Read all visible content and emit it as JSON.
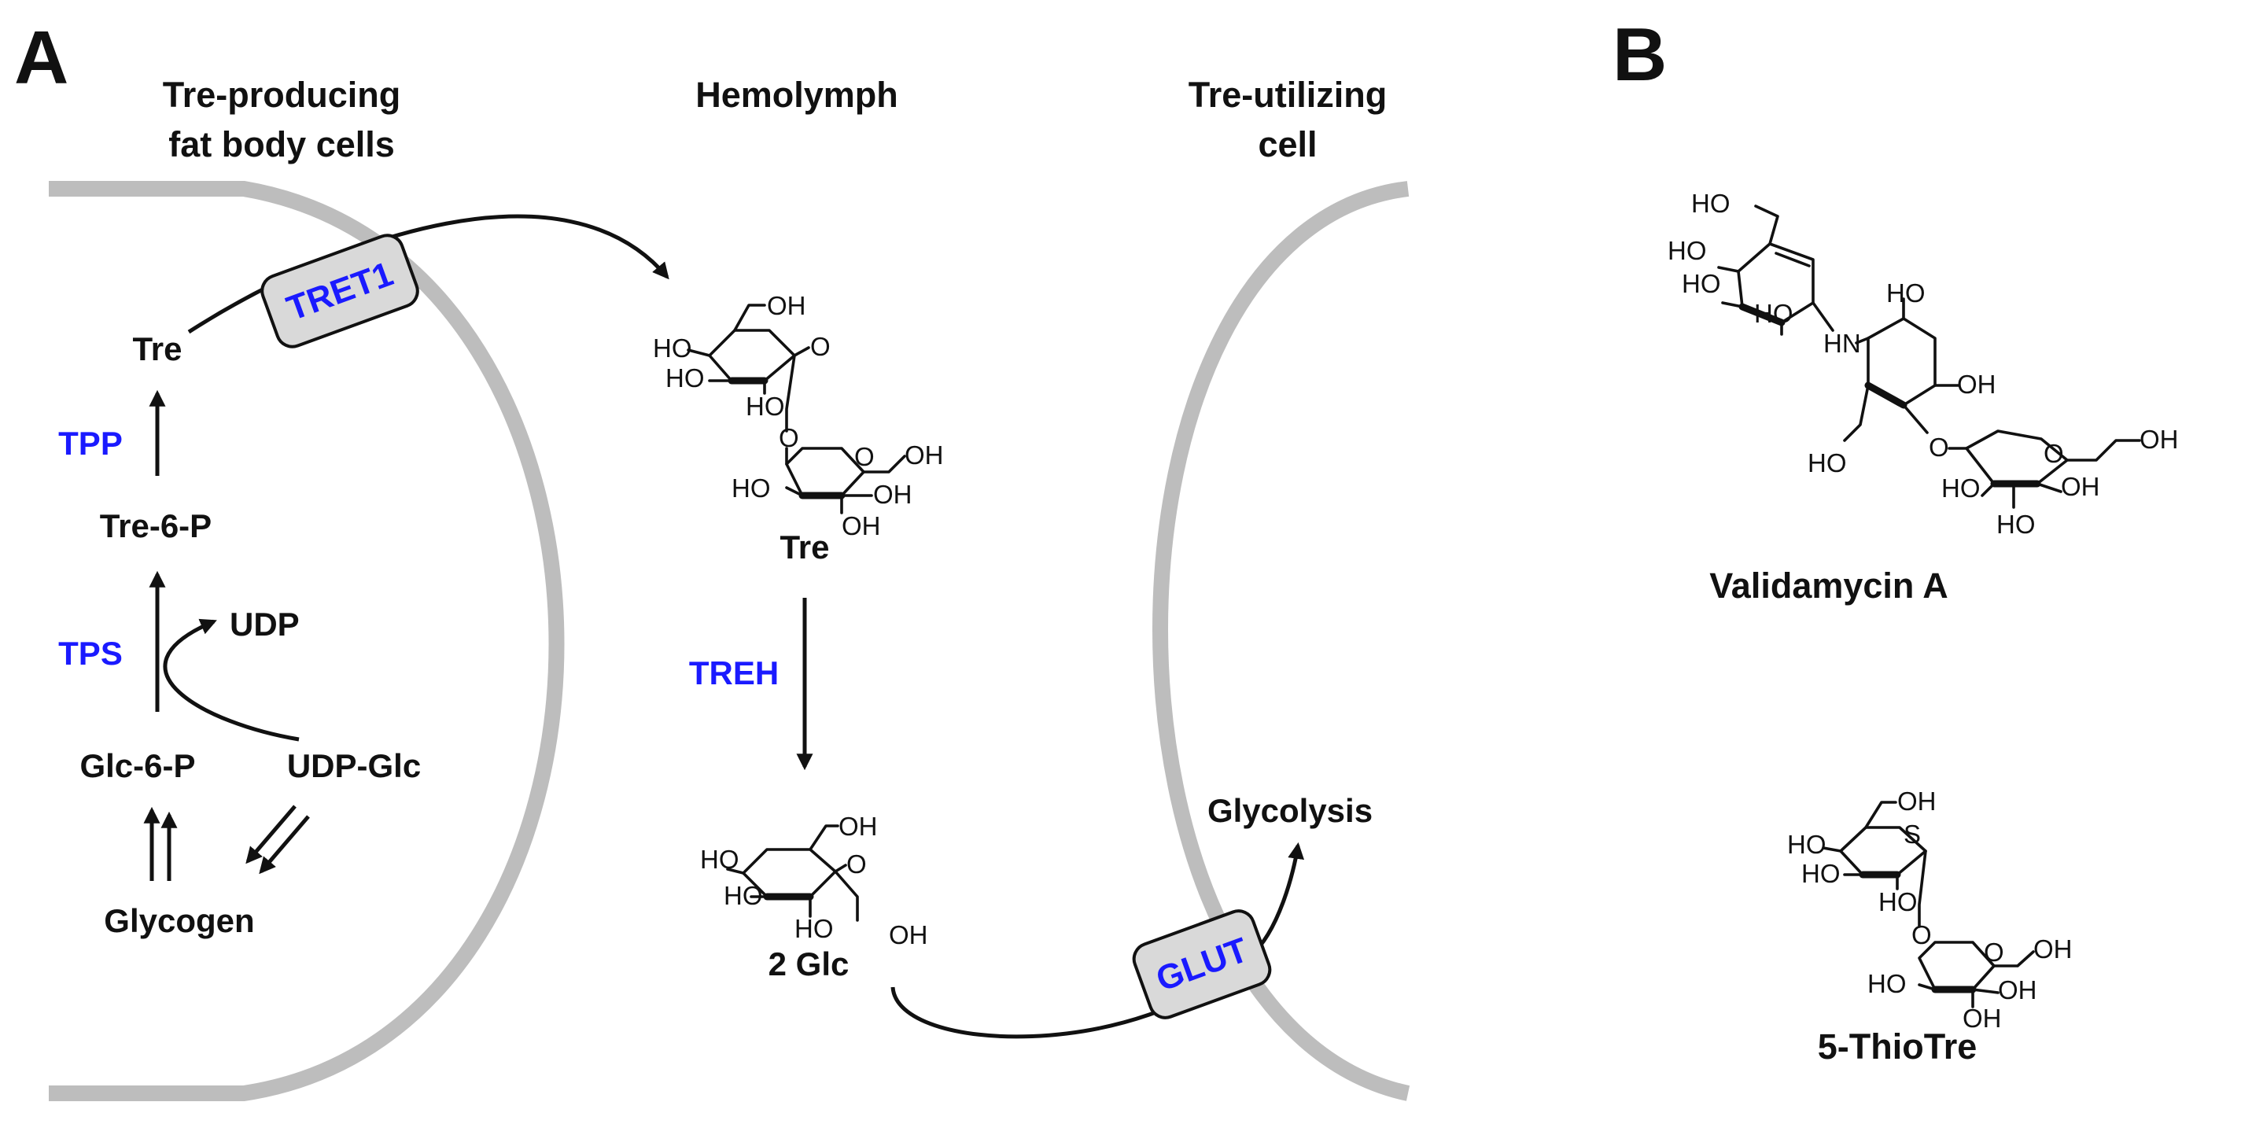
{
  "panels": {
    "a": "A",
    "b": "B"
  },
  "headers": {
    "producing": [
      "Tre-producing",
      "fat body cells"
    ],
    "hemolymph": "Hemolymph",
    "utilizing": [
      "Tre-utilizing",
      "cell"
    ]
  },
  "transporters": {
    "tret1": "TRET1",
    "glut": "GLUT"
  },
  "enzymes": {
    "tpp": "TPP",
    "tps": "TPS",
    "treh": "TREH"
  },
  "metabolites": {
    "tre_cell": "Tre",
    "tre6p": "Tre-6-P",
    "udp": "UDP",
    "glc6p": "Glc-6-P",
    "udpglc": "UDP-Glc",
    "glycogen": "Glycogen",
    "tre_hemolymph": "Tre",
    "two_glc": "2 Glc",
    "glycolysis": "Glycolysis"
  },
  "compounds": {
    "validamycin": "Validamycin A",
    "thiotre": "5-ThioTre"
  },
  "atoms": {
    "oh": "OH",
    "ho": "HO",
    "o": "O",
    "s": "S",
    "hn": "HN"
  },
  "colors": {
    "enzyme": "#1a1aff",
    "membrane": "#bdbdbd",
    "transporter_fill": "#d9d9d9",
    "text": "#111111"
  }
}
